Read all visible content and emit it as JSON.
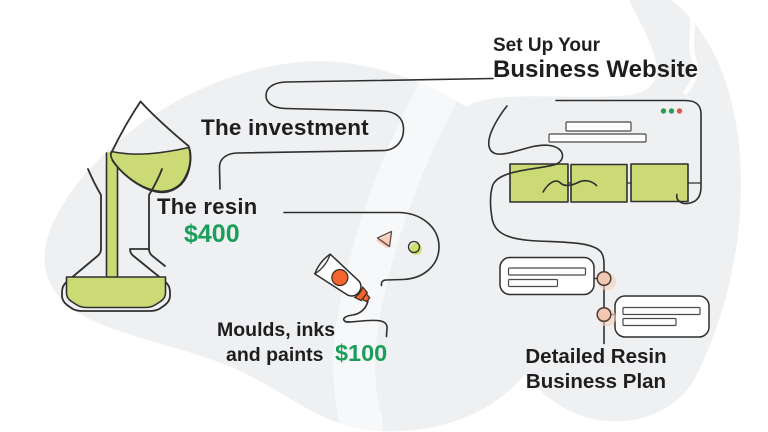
{
  "colors": {
    "ink": "#2f2f2f",
    "text": "#1e1e1f",
    "green_text": "#1b9e59",
    "lime": "#cbda74",
    "lime_bright": "#cfe071",
    "orange": "#f2662e",
    "peach": "#f3c8b2",
    "peach_soft": "#f6ceb9",
    "blob": "#eef0f2",
    "bar_stroke": "#4a4a4a"
  },
  "header": {
    "title": "The investment"
  },
  "items": {
    "resin": {
      "label": "The resin",
      "price": "$400"
    },
    "supplies": {
      "line1": "Moulds, inks",
      "line2": "and paints",
      "price": "$100"
    }
  },
  "website": {
    "line1": "Set Up Your",
    "line2": "Business Website"
  },
  "plan": {
    "line1": "Detailed Resin",
    "line2": "Business Plan"
  },
  "browser": {
    "dot_colors": [
      "#2e9e52",
      "#2e9e52",
      "#e2574b"
    ]
  },
  "illustrations": [
    "pouring-cup-with-resin",
    "erlenmeyer-flask",
    "paint-tube",
    "triangle-and-dot-shapes",
    "browser-window-with-blocks",
    "flow-chart-chat-boxes"
  ]
}
